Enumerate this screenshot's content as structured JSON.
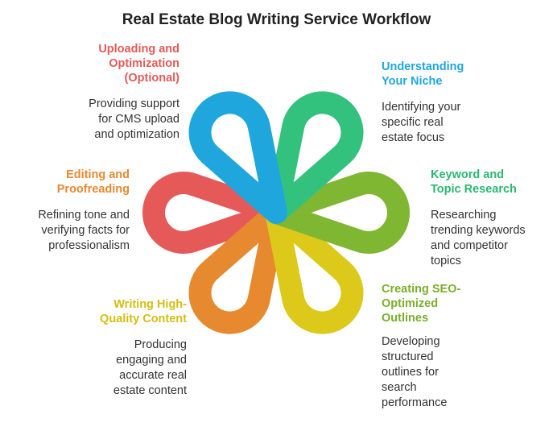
{
  "title": "Real Estate Blog Writing Service Workflow",
  "steps": [
    {
      "id": "understanding",
      "color": "#1fa7dd",
      "title_lines": [
        "Understanding",
        "Your Niche"
      ],
      "desc_lines": [
        "Identifying your",
        "specific real",
        "estate focus"
      ]
    },
    {
      "id": "keyword",
      "color": "#33c27e",
      "title_lines": [
        "Keyword and",
        "Topic Research"
      ],
      "desc_lines": [
        "Researching",
        "trending keywords",
        "and competitor",
        "topics"
      ]
    },
    {
      "id": "outlines",
      "color": "#7fb732",
      "title_lines": [
        "Creating SEO-",
        "Optimized",
        "Outlines"
      ],
      "desc_lines": [
        "Developing",
        "structured",
        "outlines for",
        "search",
        "performance"
      ]
    },
    {
      "id": "writing",
      "color": "#dcc91a",
      "title_lines": [
        "Writing High-",
        "Quality Content"
      ],
      "desc_lines": [
        "Producing",
        "engaging and",
        "accurate real",
        "estate content"
      ]
    },
    {
      "id": "editing",
      "color": "#e7892f",
      "title_lines": [
        "Editing and",
        "Proofreading"
      ],
      "desc_lines": [
        "Refining tone and",
        "verifying facts for",
        "professionalism"
      ]
    },
    {
      "id": "uploading",
      "color": "#e55a58",
      "title_lines": [
        "Uploading and",
        "Optimization",
        "(Optional)"
      ],
      "desc_lines": [
        "Providing support",
        "for CMS upload",
        "and optimization"
      ]
    }
  ]
}
